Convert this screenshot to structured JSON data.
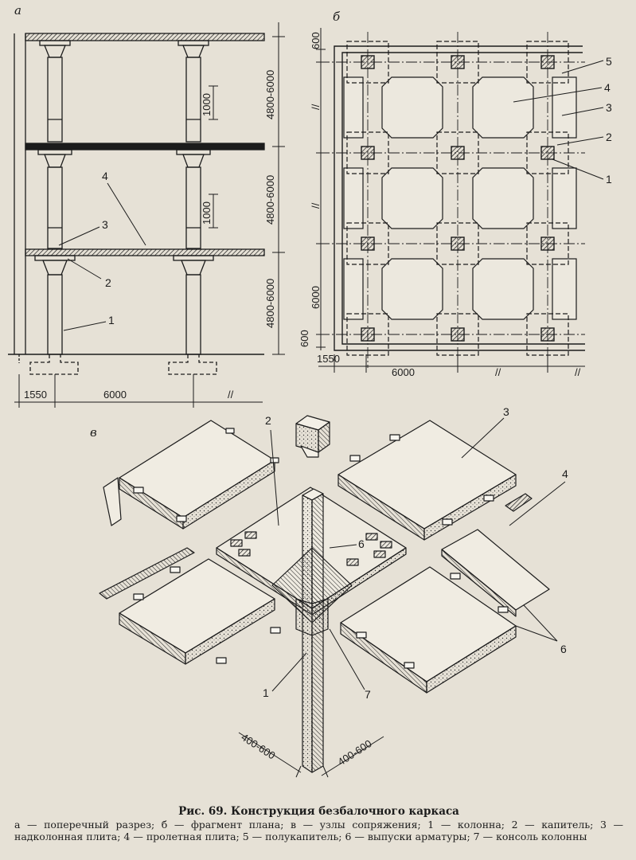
{
  "panels": {
    "a": "а",
    "b": "б",
    "v": "в"
  },
  "section": {
    "story_height": "4800-6000",
    "capital_height": "1000",
    "dim_edge": "1550",
    "dim_span": "6000",
    "dim_repeat": "//",
    "callouts": [
      "1",
      "2",
      "3",
      "4"
    ]
  },
  "plan": {
    "dim_edge_top": "600",
    "dim_edge_bottom": "600",
    "dim_span": "6000",
    "dim_side": "1550",
    "dim_repeat": "//",
    "callouts": [
      "5",
      "4",
      "3",
      "2",
      "1"
    ]
  },
  "iso": {
    "dim_column": "400-600",
    "callouts": [
      "2",
      "3",
      "4",
      "6",
      "6",
      "1",
      "7"
    ]
  },
  "caption": {
    "title": "Рис. 69. Конструкция безбалочного каркаса",
    "body": "а — поперечный разрез; б — фрагмент плана; в — узлы сопряжения; 1 — колонна; 2 — капитель; 3 — надколонная плита; 4 — пролетная плита; 5 — полукапитель; 6 — выпуски арматуры; 7 — консоль колонны"
  },
  "colors": {
    "ink": "#1c1c1c",
    "paper": "#e6e1d6"
  }
}
